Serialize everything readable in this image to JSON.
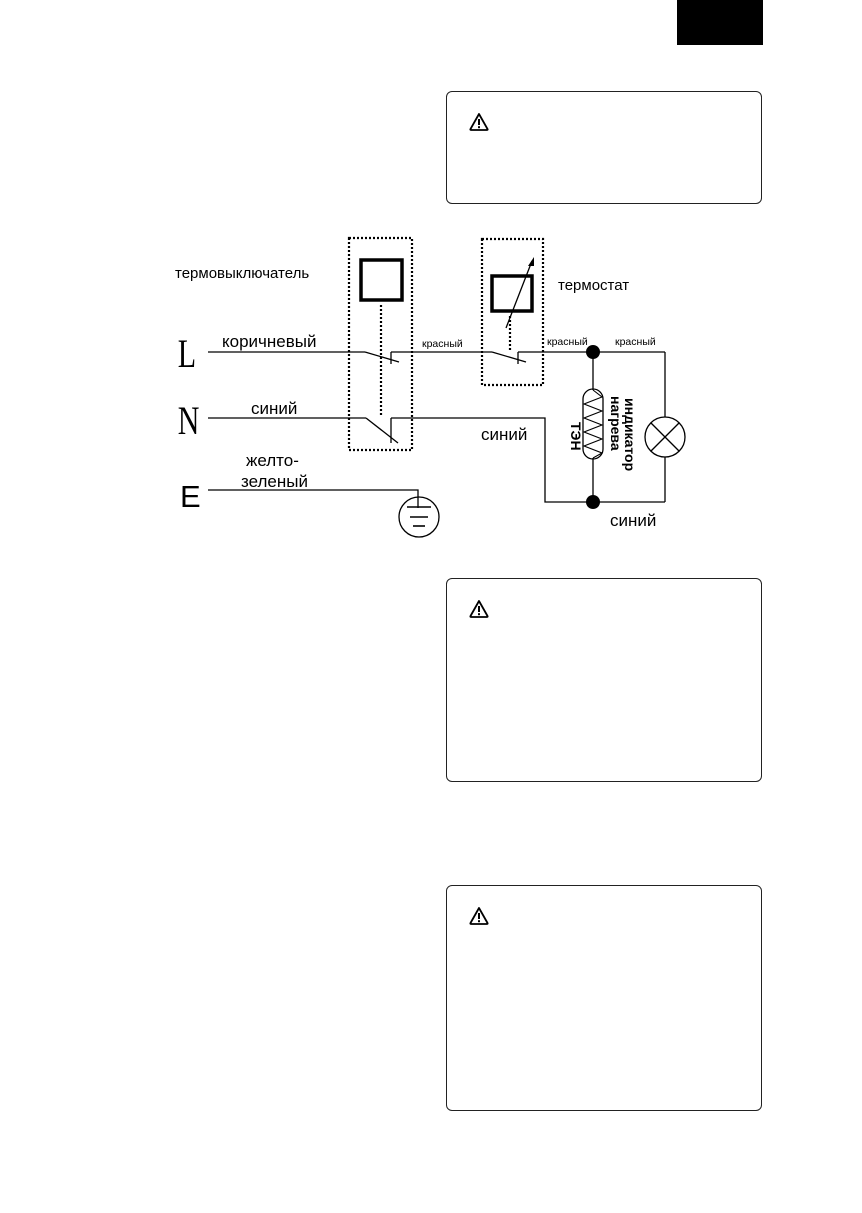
{
  "page": {
    "corner_tab": {
      "color": "#000000"
    }
  },
  "notes": [
    {
      "icon": "warning-icon",
      "text": ""
    },
    {
      "icon": "warning-icon",
      "text": ""
    },
    {
      "icon": "warning-icon",
      "text": ""
    }
  ],
  "diagram": {
    "terminals": {
      "L": "L",
      "N": "N",
      "E": "E"
    },
    "components": {
      "thermal_cutout": "термовыключатель",
      "thermostat": "термостат",
      "heater": "ТЭН",
      "indicator_line1": "индикатор",
      "indicator_line2": "нагрева"
    },
    "wires": {
      "L_wire": "коричневый",
      "N_wire": "синий",
      "E_wire_line1": "желто-",
      "E_wire_line2": "зеленый",
      "red_1": "красный",
      "red_2": "красный",
      "red_3": "красный",
      "blue_mid": "синий",
      "blue_bottom": "синий"
    }
  }
}
